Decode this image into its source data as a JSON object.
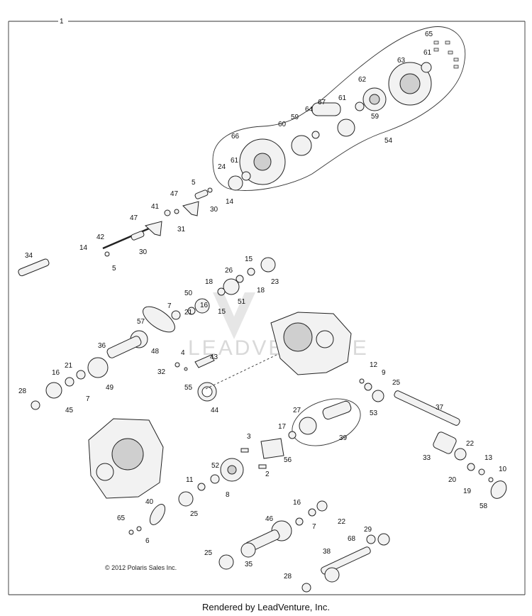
{
  "diagram": {
    "assembly_label": "1",
    "copyright": "© 2012 Polaris Sales Inc.",
    "watermark": "LEADVENTURE",
    "callouts": [
      {
        "id": "c1",
        "text": "65"
      },
      {
        "id": "c2",
        "text": "61"
      },
      {
        "id": "c3",
        "text": "63"
      },
      {
        "id": "c4",
        "text": "62"
      },
      {
        "id": "c5",
        "text": "61"
      },
      {
        "id": "c6",
        "text": "67"
      },
      {
        "id": "c7",
        "text": "64"
      },
      {
        "id": "c8",
        "text": "59"
      },
      {
        "id": "c9",
        "text": "59"
      },
      {
        "id": "c10",
        "text": "60"
      },
      {
        "id": "c11",
        "text": "54"
      },
      {
        "id": "c12",
        "text": "66"
      },
      {
        "id": "c13",
        "text": "61"
      },
      {
        "id": "c14",
        "text": "24"
      },
      {
        "id": "c15",
        "text": "5"
      },
      {
        "id": "c16",
        "text": "14"
      },
      {
        "id": "c17",
        "text": "47"
      },
      {
        "id": "c18",
        "text": "30"
      },
      {
        "id": "c19",
        "text": "41"
      },
      {
        "id": "c20",
        "text": "47"
      },
      {
        "id": "c21",
        "text": "31"
      },
      {
        "id": "c22",
        "text": "42"
      },
      {
        "id": "c23",
        "text": "30"
      },
      {
        "id": "c24",
        "text": "14"
      },
      {
        "id": "c25",
        "text": "5"
      },
      {
        "id": "c26",
        "text": "34"
      },
      {
        "id": "c27",
        "text": "15"
      },
      {
        "id": "c28",
        "text": "26"
      },
      {
        "id": "c29",
        "text": "23"
      },
      {
        "id": "c30",
        "text": "18"
      },
      {
        "id": "c31",
        "text": "18"
      },
      {
        "id": "c32",
        "text": "50"
      },
      {
        "id": "c33",
        "text": "51"
      },
      {
        "id": "c34",
        "text": "15"
      },
      {
        "id": "c35",
        "text": "7"
      },
      {
        "id": "c36",
        "text": "16"
      },
      {
        "id": "c37",
        "text": "21"
      },
      {
        "id": "c38",
        "text": "57"
      },
      {
        "id": "c39",
        "text": "36"
      },
      {
        "id": "c40",
        "text": "48"
      },
      {
        "id": "c41",
        "text": "4"
      },
      {
        "id": "c42",
        "text": "43"
      },
      {
        "id": "c43",
        "text": "32"
      },
      {
        "id": "c44",
        "text": "55"
      },
      {
        "id": "c45",
        "text": "21"
      },
      {
        "id": "c46",
        "text": "16"
      },
      {
        "id": "c47",
        "text": "49"
      },
      {
        "id": "c48",
        "text": "7"
      },
      {
        "id": "c49",
        "text": "28"
      },
      {
        "id": "c50",
        "text": "45"
      },
      {
        "id": "c51",
        "text": "44"
      },
      {
        "id": "c52",
        "text": "12"
      },
      {
        "id": "c53",
        "text": "9"
      },
      {
        "id": "c54",
        "text": "25"
      },
      {
        "id": "c55",
        "text": "53"
      },
      {
        "id": "c56",
        "text": "37"
      },
      {
        "id": "c57",
        "text": "27"
      },
      {
        "id": "c58",
        "text": "17"
      },
      {
        "id": "c59",
        "text": "39"
      },
      {
        "id": "c60",
        "text": "3"
      },
      {
        "id": "c61",
        "text": "56"
      },
      {
        "id": "c62",
        "text": "52"
      },
      {
        "id": "c63",
        "text": "2"
      },
      {
        "id": "c64",
        "text": "33"
      },
      {
        "id": "c65",
        "text": "22"
      },
      {
        "id": "c66",
        "text": "13"
      },
      {
        "id": "c67",
        "text": "20"
      },
      {
        "id": "c68",
        "text": "19"
      },
      {
        "id": "c69",
        "text": "10"
      },
      {
        "id": "c70",
        "text": "58"
      },
      {
        "id": "c71",
        "text": "11"
      },
      {
        "id": "c72",
        "text": "8"
      },
      {
        "id": "c73",
        "text": "40"
      },
      {
        "id": "c74",
        "text": "25"
      },
      {
        "id": "c75",
        "text": "65"
      },
      {
        "id": "c76",
        "text": "6"
      },
      {
        "id": "c77",
        "text": "16"
      },
      {
        "id": "c78",
        "text": "22"
      },
      {
        "id": "c79",
        "text": "7"
      },
      {
        "id": "c80",
        "text": "46"
      },
      {
        "id": "c81",
        "text": "29"
      },
      {
        "id": "c82",
        "text": "68"
      },
      {
        "id": "c83",
        "text": "25"
      },
      {
        "id": "c84",
        "text": "35"
      },
      {
        "id": "c85",
        "text": "38"
      },
      {
        "id": "c86",
        "text": "28"
      }
    ]
  },
  "footer": {
    "rendered_by": "Rendered by LeadVenture, Inc."
  }
}
